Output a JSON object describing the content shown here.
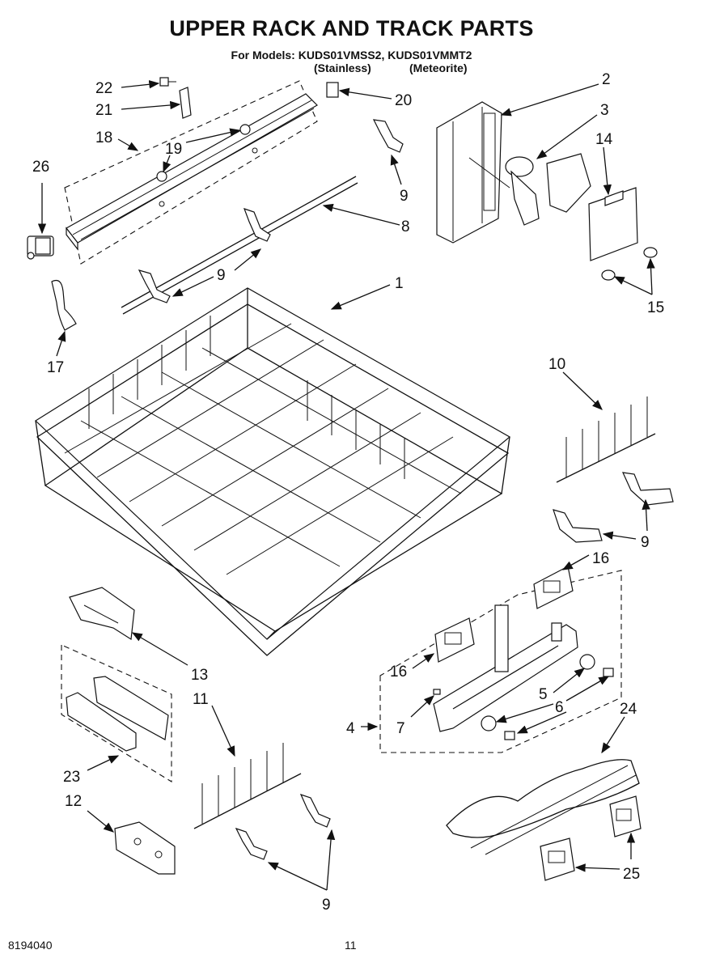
{
  "title": "UPPER RACK AND TRACK PARTS",
  "models_line": "For Models: KUDS01VMSS2, KUDS01VMMT2",
  "variants": [
    "(Stainless)",
    "(Meteorite)"
  ],
  "footer": {
    "doc_number": "8194040",
    "page_number": "11"
  },
  "callouts": {
    "c22": "22",
    "c21": "21",
    "c18": "18",
    "c19": "19",
    "c26": "26",
    "c20": "20",
    "c2": "2",
    "c3": "3",
    "c14": "14",
    "c15": "15",
    "c9a": "9",
    "c8": "8",
    "c9b": "9",
    "c1": "1",
    "c17": "17",
    "c10": "10",
    "c9c": "9",
    "c16a": "16",
    "c13": "13",
    "c16b": "16",
    "c11": "11",
    "c5": "5",
    "c4": "4",
    "c7": "7",
    "c6": "6",
    "c24": "24",
    "c23": "23",
    "c12": "12",
    "c25": "25",
    "c9d": "9"
  }
}
